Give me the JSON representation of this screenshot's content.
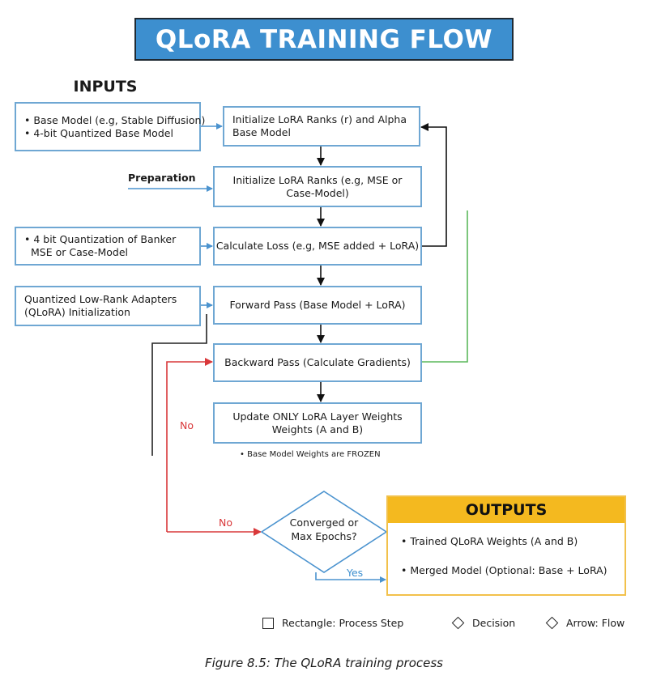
{
  "title": "QLoRA TRAINING FLOW",
  "inputs_heading": "INPUTS",
  "input_boxes": [
    {
      "lines": [
        "• Base Model (e.g, Stable Diffusion)",
        "• 4-bit Quantized Base Model"
      ]
    },
    {
      "lines": [
        "• 4 bit Quantization of Banker",
        "  MSE or Case-Model"
      ]
    },
    {
      "lines": [
        "Quantized Low-Rank Adapters",
        "(QLoRA) Initialization"
      ]
    }
  ],
  "preparation_label": "Preparation",
  "process_steps": [
    {
      "lines": [
        "Initialize LoRA Ranks (r) and Alpha",
        "Base Model"
      ]
    },
    {
      "lines": [
        "Initialize LoRA Ranks (e.g, MSE or",
        "Case-Model)"
      ]
    },
    {
      "lines": [
        "Calculate Loss (e.g, MSE added + LoRA)"
      ]
    },
    {
      "lines": [
        "Forward Pass (Base Model + LoRA)"
      ]
    },
    {
      "lines": [
        "Backward Pass (Calculate Gradients)"
      ]
    },
    {
      "lines": [
        "Update ONLY LoRA Layer Weights",
        "Weights (A and B)"
      ]
    }
  ],
  "frozen_note": "• Base Model Weights are FROZEN",
  "decision": {
    "lines": [
      "Converged or",
      "Max Epochs?"
    ],
    "no_label": "No",
    "yes_label": "Yes"
  },
  "loop_no_label": "No",
  "outputs": {
    "heading": "OUTPUTS",
    "items": [
      "• Trained QLoRA Weights (A and B)",
      "• Merged Model (Optional: Base + LoRA)"
    ]
  },
  "legend": [
    {
      "shape": "square-icon",
      "label": "Rectangle: Process Step"
    },
    {
      "shape": "diamond-icon",
      "label": "Decision"
    },
    {
      "shape": "diamond-icon",
      "label": "Arrow: Flow"
    }
  ],
  "caption": "Figure 8.5: The QLoRA training process",
  "colors": {
    "title_bg": "#3d8fcf",
    "box_border": "#6fa7d3",
    "arrow_blue": "#4b93cf",
    "arrow_black": "#111111",
    "arrow_red": "#d9383a",
    "arrow_green": "#5cb85c",
    "outputs_header": "#f4b91f"
  }
}
